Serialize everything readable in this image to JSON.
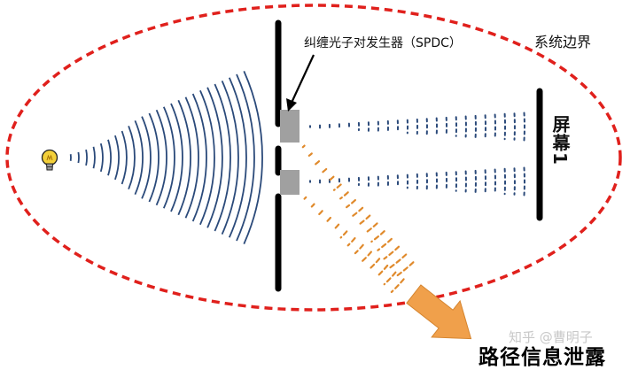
{
  "labels": {
    "spdc": "纠缠光子对发生器（SPDC）",
    "system_boundary": "系统边界",
    "screen": "屏幕1",
    "leak": "路径信息泄露"
  },
  "watermark": "知乎 @曹明子",
  "colors": {
    "boundary": "#e0201c",
    "wave": "#2b4a7a",
    "leak_wave": "#e08a2c",
    "arrow": "#f0a04b",
    "bulb": "#f3d03a",
    "slit_box": "#a0a0a0",
    "barrier": "#000000"
  }
}
